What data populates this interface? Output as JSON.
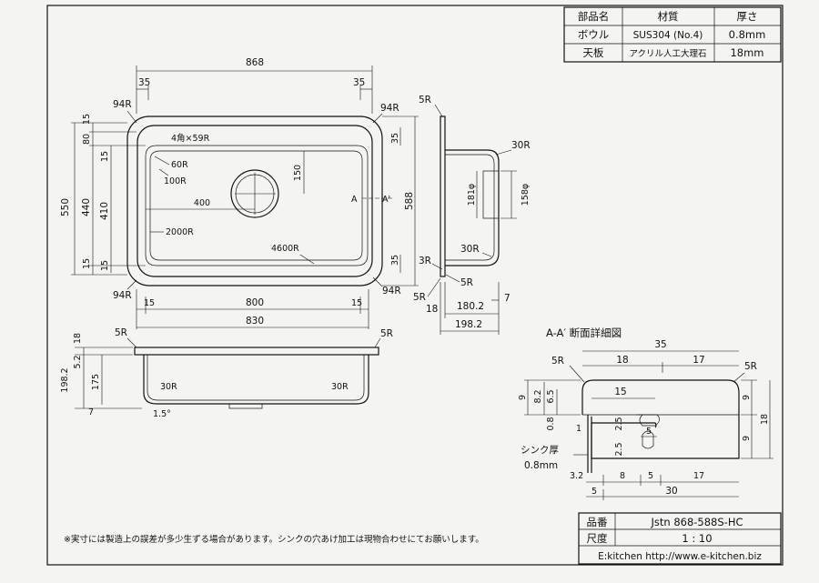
{
  "spec_table": {
    "headers": [
      "部品名",
      "材質",
      "厚さ"
    ],
    "rows": [
      [
        "ボウル",
        "SUS304 (No.4)",
        "0.8mm"
      ],
      [
        "天板",
        "アクリル人工大理石",
        "18mm"
      ]
    ]
  },
  "plan_view": {
    "overall_width": "868",
    "corner_inset_left": "35",
    "corner_inset_right": "35",
    "corner_r_tl": "94R",
    "corner_r_tr": "94R",
    "corner_r_bl": "94R",
    "corner_r_br": "94R",
    "overall_depth": "550",
    "top_band": "15",
    "upper_offset": "80",
    "inner_top": "15",
    "depth_440": "440",
    "depth_410": "410",
    "inner_bottom": "15",
    "lower_offset": "15",
    "right_depth": "588",
    "right_top": "35",
    "right_bottom": "35",
    "note_4corner": "4角×59R",
    "r60": "60R",
    "r100": "100R",
    "drain_offset": "400",
    "drain_height": "150",
    "r2000": "2000R",
    "r4600": "4600R",
    "section_mark_a": "A",
    "section_mark_a2": "A'",
    "bottom_15_left": "15",
    "bottom_800": "800",
    "bottom_15_right": "15",
    "bottom_830": "830"
  },
  "side_view": {
    "top_r": "5R",
    "r30_top": "30R",
    "d181": "181φ",
    "d158": "158φ",
    "r30_bottom": "30R",
    "r3": "3R",
    "r5_mid": "5R",
    "r5_bottom": "5R",
    "dim_18": "18",
    "dim_7": "7",
    "dim_180_2": "180.2",
    "dim_198_2": "198.2"
  },
  "front_view": {
    "r5_left": "5R",
    "r5_right": "5R",
    "dim_18": "18",
    "dim_5_2": "5.2",
    "dim_198_2": "198.2",
    "dim_175": "175",
    "dim_7": "7",
    "r30_left": "30R",
    "r30_right": "30R",
    "slope": "1.5°"
  },
  "detail_view": {
    "title": "A-A′ 断面詳細図",
    "dim_35": "35",
    "dim_18": "18",
    "dim_17_top": "17",
    "r5_left": "5R",
    "r5_right": "5R",
    "dim_9_left": "9",
    "dim_8_2": "8.2",
    "dim_6_5": "6.5",
    "dim_15": "15",
    "dim_0_8": "0.8",
    "dim_2_5_a": "2.5",
    "dim_5_a": "5",
    "dim_2_5_b": "2.5",
    "dim_1": "1",
    "dim_9_right_top": "9",
    "dim_18_right": "18",
    "dim_9_right_bottom": "9",
    "sink_thickness_label": "シンク厚",
    "sink_thickness_value": "0.8mm",
    "dim_3_2": "3.2",
    "dim_8": "8",
    "dim_5_b": "5",
    "dim_17_bottom": "17",
    "dim_5_c": "5",
    "dim_30": "30"
  },
  "note": "※実寸には製造上の誤差が多少生ずる場合があります。シンクの穴あけ加工は現物合わせにてお願いします。",
  "title_block": {
    "model_label": "品番",
    "model_value": "Jstn 868-588S-HC",
    "scale_label": "尺度",
    "scale_value": "1 : 10",
    "footer": "E:kitchen http://www.e-kitchen.biz"
  }
}
